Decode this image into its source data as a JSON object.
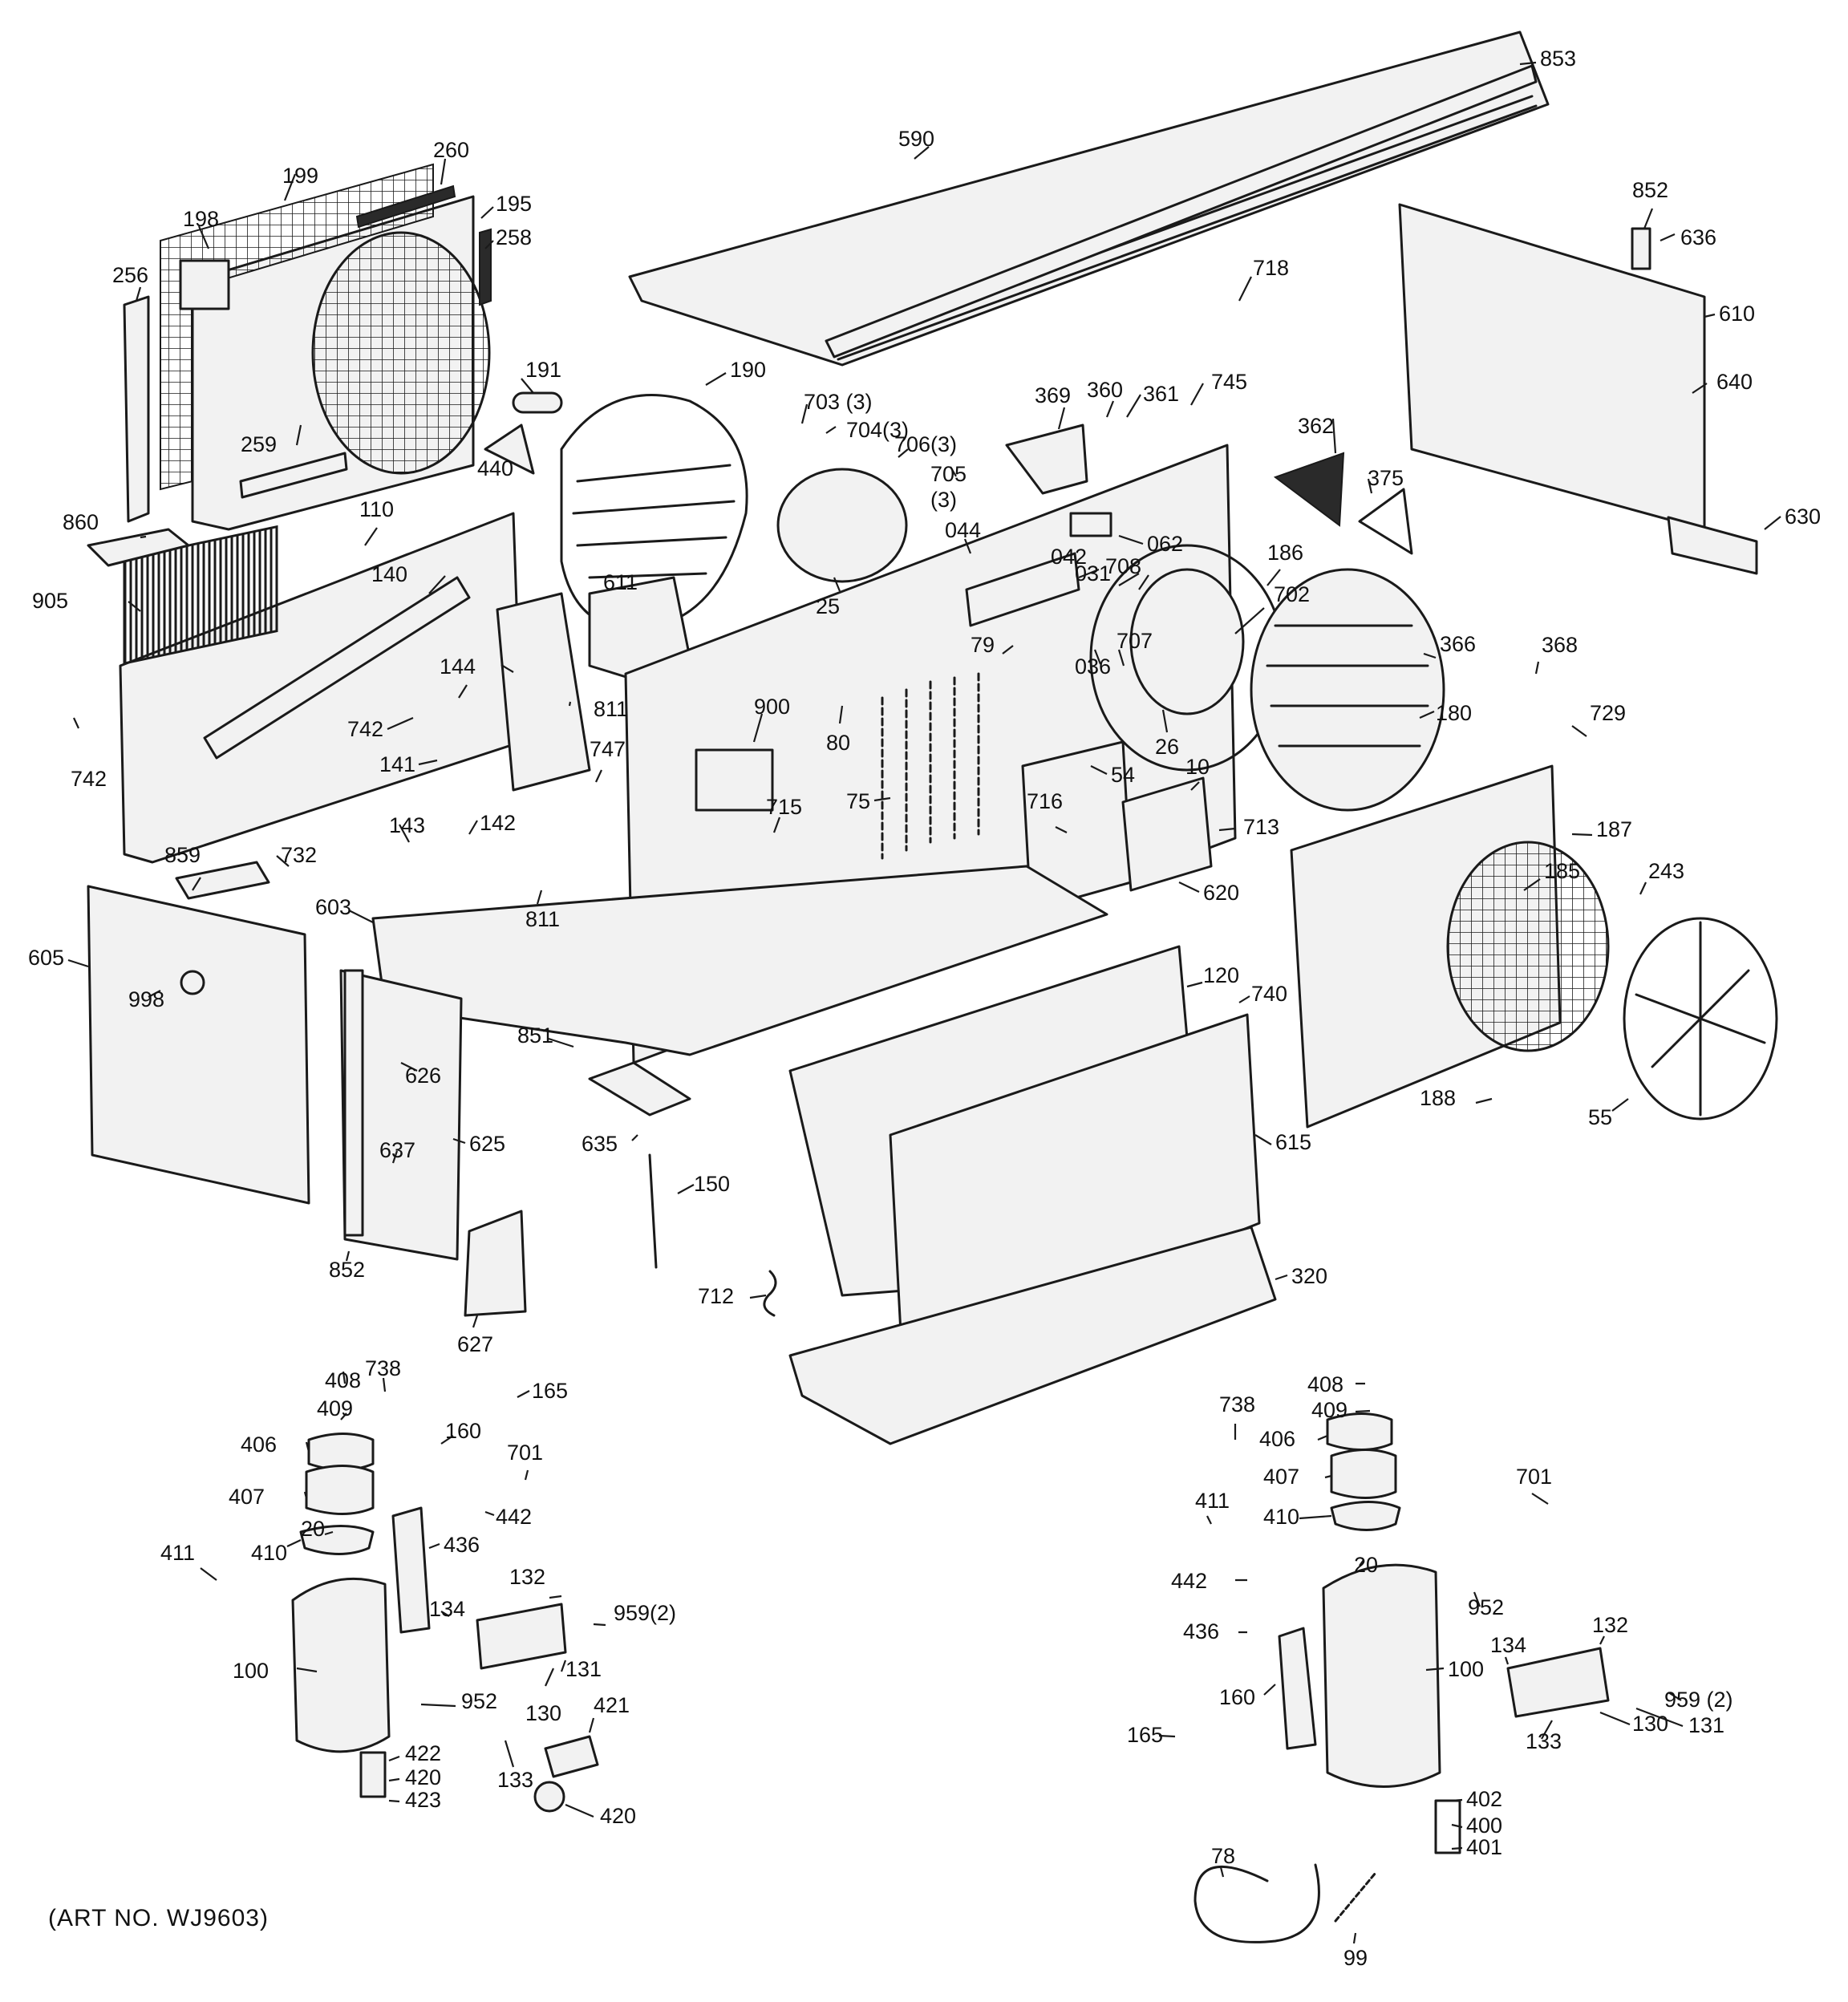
{
  "footer": {
    "art_number": "(ART NO. WJ9603)"
  },
  "callouts": [
    {
      "id": "c853",
      "text": "853"
    },
    {
      "id": "c590",
      "text": "590"
    },
    {
      "id": "c260",
      "text": "260"
    },
    {
      "id": "c199",
      "text": "199"
    },
    {
      "id": "c198",
      "text": "198"
    },
    {
      "id": "c195",
      "text": "195"
    },
    {
      "id": "c258",
      "text": "258"
    },
    {
      "id": "c256",
      "text": "256"
    },
    {
      "id": "c852a",
      "text": "852"
    },
    {
      "id": "c636",
      "text": "636"
    },
    {
      "id": "c718",
      "text": "718"
    },
    {
      "id": "c610",
      "text": "610"
    },
    {
      "id": "c191",
      "text": "191"
    },
    {
      "id": "c190",
      "text": "190"
    },
    {
      "id": "c7033",
      "text": "703 (3)"
    },
    {
      "id": "c7043",
      "text": "704(3)"
    },
    {
      "id": "c7063",
      "text": "706(3)"
    },
    {
      "id": "c705",
      "text": "705"
    },
    {
      "id": "c705b",
      "text": "(3)"
    },
    {
      "id": "c369",
      "text": "369"
    },
    {
      "id": "c360",
      "text": "360"
    },
    {
      "id": "c361",
      "text": "361"
    },
    {
      "id": "c745",
      "text": "745"
    },
    {
      "id": "c640",
      "text": "640"
    },
    {
      "id": "c259",
      "text": "259"
    },
    {
      "id": "c440",
      "text": "440"
    },
    {
      "id": "c362",
      "text": "362"
    },
    {
      "id": "c375",
      "text": "375"
    },
    {
      "id": "c630",
      "text": "630"
    },
    {
      "id": "c860",
      "text": "860"
    },
    {
      "id": "c110",
      "text": "110"
    },
    {
      "id": "c044",
      "text": "044"
    },
    {
      "id": "c062",
      "text": "062"
    },
    {
      "id": "c905",
      "text": "905"
    },
    {
      "id": "c140",
      "text": "140"
    },
    {
      "id": "c611",
      "text": "611"
    },
    {
      "id": "c25",
      "text": "25"
    },
    {
      "id": "c042",
      "text": "042"
    },
    {
      "id": "c031",
      "text": "031"
    },
    {
      "id": "c708",
      "text": "708"
    },
    {
      "id": "c186",
      "text": "186"
    },
    {
      "id": "c702",
      "text": "702"
    },
    {
      "id": "c707",
      "text": "707"
    },
    {
      "id": "c036",
      "text": "036"
    },
    {
      "id": "c79",
      "text": "79"
    },
    {
      "id": "c366",
      "text": "366"
    },
    {
      "id": "c144",
      "text": "144"
    },
    {
      "id": "c368",
      "text": "368"
    },
    {
      "id": "c742a",
      "text": "742"
    },
    {
      "id": "c742b",
      "text": "742"
    },
    {
      "id": "c811a",
      "text": "811"
    },
    {
      "id": "c900",
      "text": "900"
    },
    {
      "id": "c80",
      "text": "80"
    },
    {
      "id": "c26",
      "text": "26"
    },
    {
      "id": "c180",
      "text": "180"
    },
    {
      "id": "c729",
      "text": "729"
    },
    {
      "id": "c141",
      "text": "141"
    },
    {
      "id": "c747",
      "text": "747"
    },
    {
      "id": "c54",
      "text": "54"
    },
    {
      "id": "c10",
      "text": "10"
    },
    {
      "id": "c75",
      "text": "75"
    },
    {
      "id": "c715",
      "text": "715"
    },
    {
      "id": "c716",
      "text": "716"
    },
    {
      "id": "c713",
      "text": "713"
    },
    {
      "id": "c143",
      "text": "143"
    },
    {
      "id": "c142",
      "text": "142"
    },
    {
      "id": "c187",
      "text": "187"
    },
    {
      "id": "c859",
      "text": "859"
    },
    {
      "id": "c732",
      "text": "732"
    },
    {
      "id": "c185",
      "text": "185"
    },
    {
      "id": "c603",
      "text": "603"
    },
    {
      "id": "c811b",
      "text": "811"
    },
    {
      "id": "c620",
      "text": "620"
    },
    {
      "id": "c243",
      "text": "243"
    },
    {
      "id": "c605",
      "text": "605"
    },
    {
      "id": "c120",
      "text": "120"
    },
    {
      "id": "c740",
      "text": "740"
    },
    {
      "id": "c998",
      "text": "998"
    },
    {
      "id": "c851",
      "text": "851"
    },
    {
      "id": "c626",
      "text": "626"
    },
    {
      "id": "c188",
      "text": "188"
    },
    {
      "id": "c55",
      "text": "55"
    },
    {
      "id": "c635",
      "text": "635"
    },
    {
      "id": "c615",
      "text": "615"
    },
    {
      "id": "c625",
      "text": "625"
    },
    {
      "id": "c637",
      "text": "637"
    },
    {
      "id": "c150",
      "text": "150"
    },
    {
      "id": "c852b",
      "text": "852"
    },
    {
      "id": "c320",
      "text": "320"
    },
    {
      "id": "c712",
      "text": "712"
    },
    {
      "id": "c627",
      "text": "627"
    },
    {
      "id": "c408a",
      "text": "408"
    },
    {
      "id": "c738a",
      "text": "738"
    },
    {
      "id": "c165a",
      "text": "165"
    },
    {
      "id": "c409a",
      "text": "409"
    },
    {
      "id": "c160a",
      "text": "160"
    },
    {
      "id": "c406a",
      "text": "406"
    },
    {
      "id": "c701a",
      "text": "701"
    },
    {
      "id": "c407a",
      "text": "407"
    },
    {
      "id": "c442a",
      "text": "442"
    },
    {
      "id": "c20a",
      "text": "20"
    },
    {
      "id": "c410a",
      "text": "410"
    },
    {
      "id": "c436a",
      "text": "436"
    },
    {
      "id": "c411a",
      "text": "411"
    },
    {
      "id": "c132a",
      "text": "132"
    },
    {
      "id": "c134a",
      "text": "134"
    },
    {
      "id": "c959a",
      "text": "959(2)"
    },
    {
      "id": "c131a",
      "text": "131"
    },
    {
      "id": "c100a",
      "text": "100"
    },
    {
      "id": "c130a",
      "text": "130"
    },
    {
      "id": "c952a",
      "text": "952"
    },
    {
      "id": "c421",
      "text": "421"
    },
    {
      "id": "c422",
      "text": "422"
    },
    {
      "id": "c420a",
      "text": "420"
    },
    {
      "id": "c133a",
      "text": "133"
    },
    {
      "id": "c423",
      "text": "423"
    },
    {
      "id": "c420b",
      "text": "420"
    },
    {
      "id": "c408b",
      "text": "408"
    },
    {
      "id": "c409b",
      "text": "409"
    },
    {
      "id": "c738b",
      "text": "738"
    },
    {
      "id": "c406b",
      "text": "406"
    },
    {
      "id": "c407b",
      "text": "407"
    },
    {
      "id": "c701b",
      "text": "701"
    },
    {
      "id": "c410b",
      "text": "410"
    },
    {
      "id": "c411b",
      "text": "411"
    },
    {
      "id": "c20b",
      "text": "20"
    },
    {
      "id": "c952b",
      "text": "952"
    },
    {
      "id": "c442b",
      "text": "442"
    },
    {
      "id": "c436b",
      "text": "436"
    },
    {
      "id": "c132b",
      "text": "132"
    },
    {
      "id": "c134b",
      "text": "134"
    },
    {
      "id": "c100b",
      "text": "100"
    },
    {
      "id": "c959b",
      "text": "959 (2)"
    },
    {
      "id": "c160b",
      "text": "160"
    },
    {
      "id": "c130b",
      "text": "130"
    },
    {
      "id": "c131b",
      "text": "131"
    },
    {
      "id": "c133b",
      "text": "133"
    },
    {
      "id": "c165b",
      "text": "165"
    },
    {
      "id": "c402",
      "text": "402"
    },
    {
      "id": "c400",
      "text": "400"
    },
    {
      "id": "c401",
      "text": "401"
    },
    {
      "id": "c78",
      "text": "78"
    },
    {
      "id": "c99",
      "text": "99"
    }
  ]
}
